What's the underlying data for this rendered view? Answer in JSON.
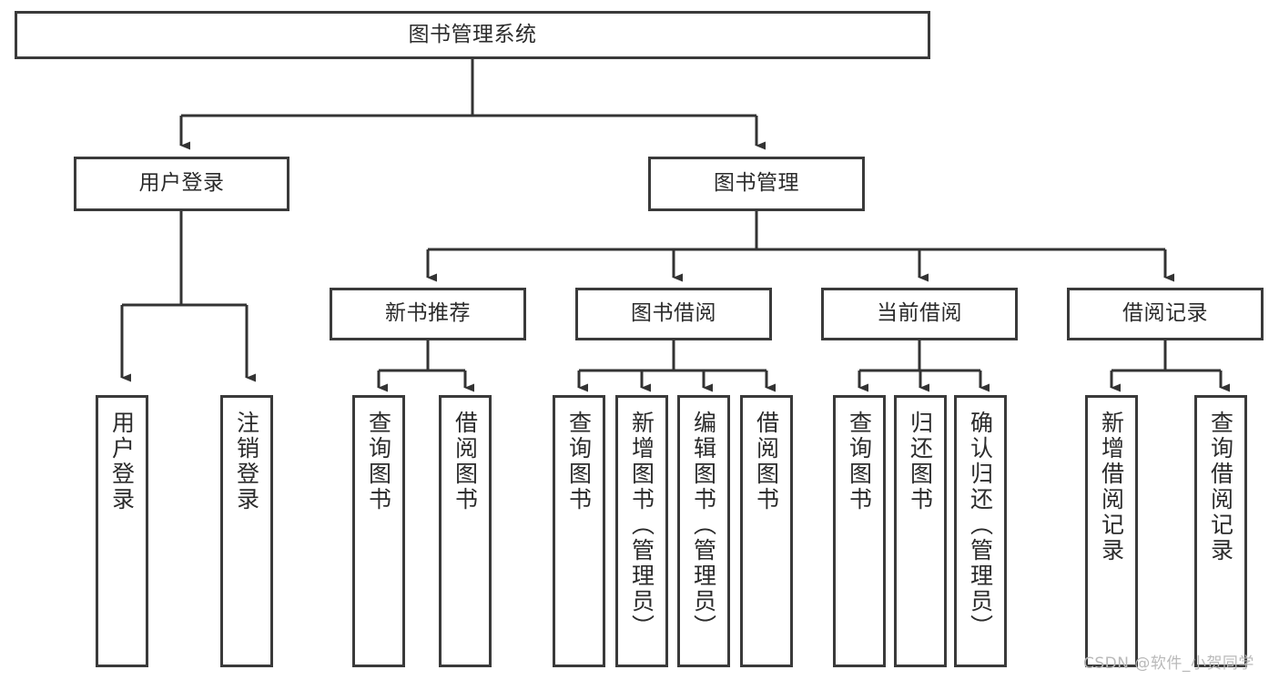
{
  "diagram": {
    "title": "图书管理系统",
    "type": "tree-structure-chart",
    "watermark": "CSDN @软件_小贺同学",
    "colors": {
      "box_border": "#3a3a3a",
      "box_fill": "#ffffff",
      "connector": "#333333",
      "text": "#2b2b2b",
      "watermark": "#b9b9b9",
      "background": "#ffffff"
    },
    "root": {
      "label": "图书管理系统"
    },
    "level1": [
      {
        "label": "用户登录"
      },
      {
        "label": "图书管理"
      }
    ],
    "level2": [
      {
        "label": "新书推荐"
      },
      {
        "label": "图书借阅"
      },
      {
        "label": "当前借阅"
      },
      {
        "label": "借阅记录"
      }
    ],
    "leaves": {
      "user_login": [
        {
          "label": "用户登录"
        },
        {
          "label": "注销登录"
        }
      ],
      "new_book_recommend": [
        {
          "label": "查询图书"
        },
        {
          "label": "借阅图书"
        }
      ],
      "book_borrow": [
        {
          "label": "查询图书"
        },
        {
          "label": "新增图书（管理员）"
        },
        {
          "label": "编辑图书（管理员）"
        },
        {
          "label": "借阅图书"
        }
      ],
      "current_borrow": [
        {
          "label": "查询图书"
        },
        {
          "label": "归还图书"
        },
        {
          "label": "确认归还（管理员）"
        }
      ],
      "borrow_record": [
        {
          "label": "新增借阅记录"
        },
        {
          "label": "查询借阅记录"
        }
      ]
    }
  }
}
